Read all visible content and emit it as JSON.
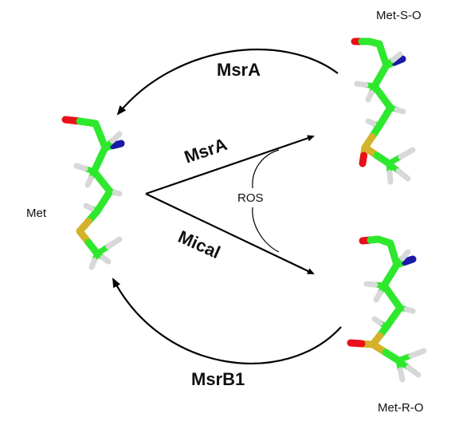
{
  "labels": {
    "met": "Met",
    "met_s_o": "Met-S-O",
    "met_r_o": "Met-R-O",
    "ros": "ROS",
    "msra_top": "MsrA",
    "msra_mid": "MsrA",
    "mical": "Mical",
    "msrb1": "MsrB1"
  },
  "colors": {
    "carbon": "#2ee82e",
    "oxygen": "#e8101a",
    "nitrogen": "#1a1aa8",
    "sulfur": "#d4b22a",
    "hydrogen": "#d8d8d8",
    "arrow": "#000000"
  }
}
